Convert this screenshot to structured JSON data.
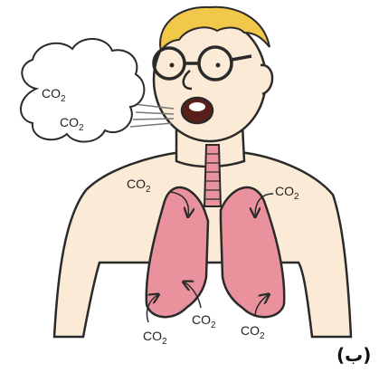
{
  "labels": {
    "co2_base": "CO",
    "co2_subscript": "2"
  },
  "panel_label": "(ب)",
  "colors": {
    "skin": "#fbead6",
    "hair": "#f2c84b",
    "lung": "#e9919c",
    "mouth": "#5a1f18",
    "outline": "#2a2a2a"
  }
}
